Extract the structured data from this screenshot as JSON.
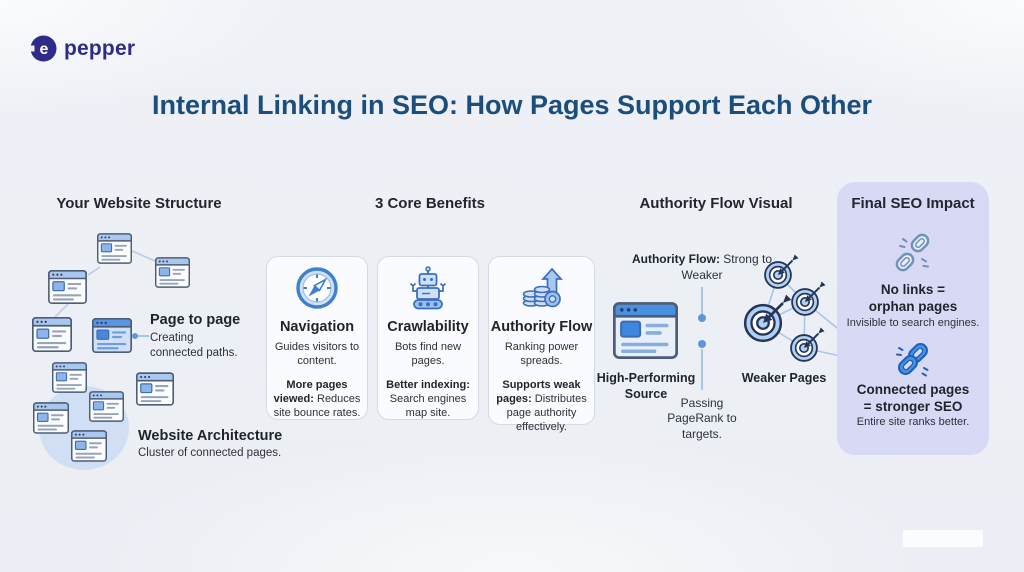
{
  "brand": {
    "name": "pepper",
    "logo_icon": "pepper-logo-icon",
    "color": "#2e2c86"
  },
  "title": "Internal Linking in SEO: How Pages Support Each Other",
  "colors": {
    "title_blue": "#1b4e7d",
    "accent_blue": "#4a90e2",
    "panel_lavender": "#d8d9f5",
    "illustration_light_blue": "#a9c7ef"
  },
  "sections": {
    "structure": {
      "heading": "Your Website Structure",
      "page_to_page": {
        "title": "Page to page",
        "desc": "Creating connected paths."
      },
      "architecture": {
        "title": "Website Architecture",
        "desc": "Cluster of connected pages."
      }
    },
    "benefits": {
      "heading": "3 Core Benefits",
      "cards": [
        {
          "icon": "compass-icon",
          "title": "Navigation",
          "desc": "Guides visitors to content.",
          "highlight": "More pages viewed:",
          "highlight_rest": " Reduces site bounce rates."
        },
        {
          "icon": "robot-icon",
          "title": "Crawlability",
          "desc": "Bots find new pages.",
          "highlight": "Better indexing:",
          "highlight_rest": " Search engines map site."
        },
        {
          "icon": "coins-growth-icon",
          "title": "Authority Flow",
          "desc": "Ranking power spreads.",
          "highlight": "Supports weak pages:",
          "highlight_rest": " Distributes page authority effectively."
        }
      ]
    },
    "authority_flow": {
      "heading": "Authority Flow Visual",
      "flow_label_bold": "Authority Flow:",
      "flow_label_rest": " Strong to Weaker",
      "source_label": "High-Performing Source",
      "passing_label": "Passing PageRank to targets.",
      "targets_label": "Weaker Pages"
    },
    "impact": {
      "heading": "Final SEO Impact",
      "orphan": {
        "icon": "broken-chain-icon",
        "title": "No links = orphan pages",
        "desc": "Invisible to search engines."
      },
      "connected": {
        "icon": "chain-icon",
        "title": "Connected pages = stronger SEO",
        "desc": "Entire site ranks better."
      }
    }
  }
}
